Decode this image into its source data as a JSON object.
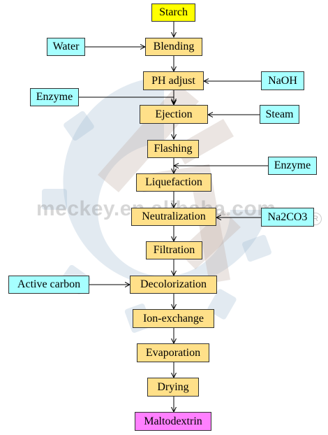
{
  "watermark": {
    "text": "meckey.en.alibaba.com",
    "registered_mark": "R"
  },
  "flow": {
    "start": "Starch",
    "steps": [
      "Blending",
      "PH adjust",
      "Ejection",
      "Flashing",
      "Liquefaction",
      "Neutralization",
      "Filtration",
      "Decolorization",
      "Ion-exchange",
      "Evaporation",
      "Drying"
    ],
    "end": "Maltodextrin"
  },
  "inputs": {
    "water": "Water",
    "naoh": "NaOH",
    "enzyme_1": "Enzyme",
    "steam": "Steam",
    "enzyme_2": "Enzyme",
    "na2co3": "Na2CO3",
    "active_carbon": "Active carbon"
  },
  "colors": {
    "process": "#ffe089",
    "input": "#a6ffff",
    "start": "#ffff00",
    "end": "#ff80ff",
    "line": "#000000"
  }
}
